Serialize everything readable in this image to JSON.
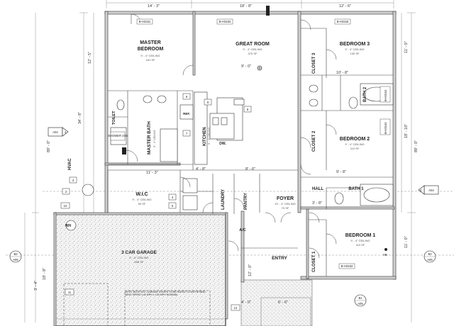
{
  "rooms": {
    "master_bedroom": {
      "name": "MASTER\nBEDROOM",
      "ceiling": "9' - 4\" CEILING",
      "area": "181 SF"
    },
    "great_room": {
      "name": "GREAT ROOM",
      "ceiling": "9' - 4\" CEILING",
      "area": "370 SF"
    },
    "bedroom3": {
      "name": "BEDROOM 3",
      "ceiling": "9' - 4\" CEILING",
      "area": "130 SF"
    },
    "bedroom2": {
      "name": "BEDROOM 2",
      "ceiling": "9' - 4\" CEILING",
      "area": "110 SF"
    },
    "bedroom1": {
      "name": "BEDROOM 1",
      "ceiling": "9' - 4\" CEILING",
      "area": "110 SF"
    },
    "master_bath": {
      "name": "MASTER BATH",
      "ceiling": "9' - 4\" CEILING",
      "area": "95 SF"
    },
    "kitchen": {
      "name": "KITCHEN",
      "ceiling": "9' - 4\" CEILING"
    },
    "wic": {
      "name": "W.I.C",
      "ceiling": "9' - 4\" CEILING",
      "area": "50 SF"
    },
    "laundry": {
      "name": "LAUNDRY"
    },
    "pantry": {
      "name": "PANTRY"
    },
    "foyer": {
      "name": "FOYER",
      "ceiling": "10' - 4\" CEILING",
      "area": "70 SF"
    },
    "entry": {
      "name": "ENTRY"
    },
    "hall": {
      "name": "HALL"
    },
    "bath1": {
      "name": "BATH 1"
    },
    "bath2": {
      "name": "BATH 2"
    },
    "closet1": {
      "name": "CLOSET 1"
    },
    "closet2": {
      "name": "CLOSET 2"
    },
    "closet3": {
      "name": "CLOSET 3"
    },
    "toilet": {
      "name": "TOILET"
    },
    "garage": {
      "name": "3 CAR GARAGE",
      "ceiling": "9' - 4\" CEILING",
      "area": "698 SF"
    },
    "hvac": {
      "name": "HVAC"
    },
    "ac": {
      "name": "A/C"
    },
    "wh": {
      "name": "WH"
    },
    "dw": {
      "name": "DW."
    },
    "ref": {
      "name": "REF."
    }
  },
  "dimensions": {
    "top": [
      "14' - 3\"",
      "18' - 8\"",
      "12' - 6\""
    ],
    "left": [
      "12' - 5\"",
      "34' - 8\"",
      "89' - 0\"",
      "18' - 8\"",
      "3' - 4\""
    ],
    "right": [
      "11' - 0\"",
      "18' - 10\"",
      "89' - 0\"",
      "11' - 0\""
    ],
    "misc": [
      "9' - 0\"",
      "4' - 8\"",
      "8' - 6\"",
      "10' - 8\"",
      "9' - 8\"",
      "3' - 8\"",
      "12' - 0\"",
      "4' - 0\"",
      "6' - 6\"",
      "11' - 3\""
    ]
  },
  "tags": {
    "sections": [
      "A04",
      "A05",
      "A05",
      "A04",
      "A05"
    ],
    "bubbles": [
      "4",
      "B2",
      "B2",
      "B1",
      "4"
    ],
    "door_tags": [
      "2",
      "3",
      "4",
      "5",
      "6",
      "7",
      "8",
      "9",
      "10",
      "11",
      "12"
    ],
    "window_tags": [
      "B-H3161",
      "B-H3153",
      "B-H3153",
      "B-H3154",
      "B-H3154",
      "B-H3153"
    ],
    "shower": "SHOWER 4X6",
    "hb": "HB",
    "garage_note": "NOTE: BOTH EXT. GARAGE DOORS TO BE RATED TO WITHSTAND WIND SPEED 140 MPH ± 104 MPH NOMINAL"
  }
}
